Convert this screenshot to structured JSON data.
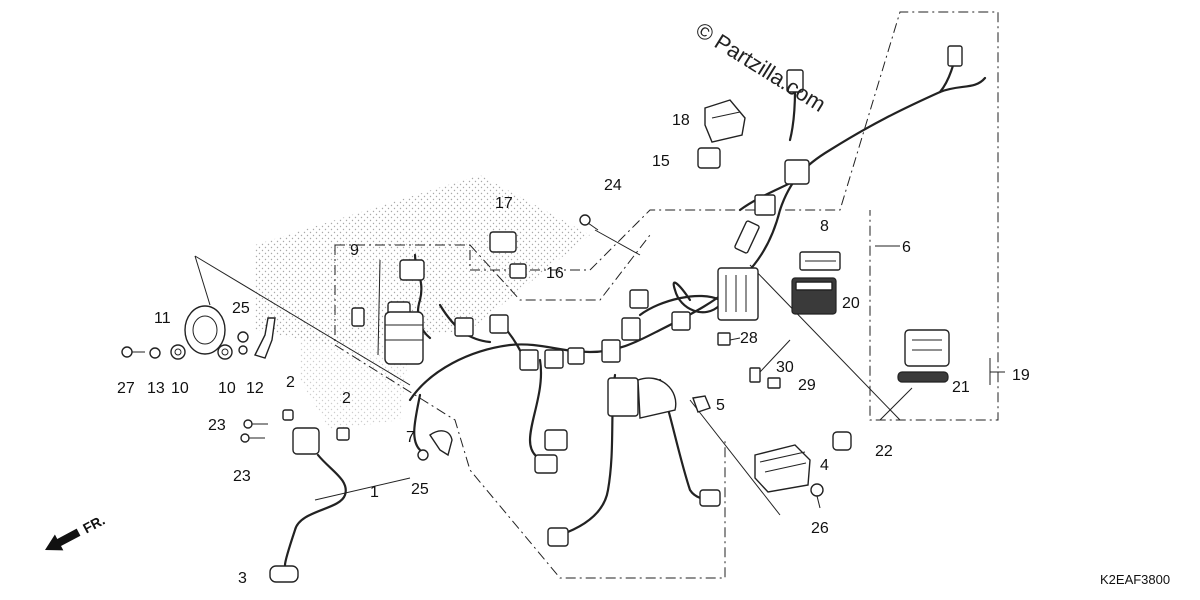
{
  "watermark": "© Partzilla.com",
  "diagram_code": "K2EAF3800",
  "direction_label": "FR.",
  "callouts": {
    "c1": "1",
    "c2a": "2",
    "c2b": "2",
    "c3": "3",
    "c4": "4",
    "c5": "5",
    "c6": "6",
    "c7": "7",
    "c8": "8",
    "c9": "9",
    "c10a": "10",
    "c10b": "10",
    "c11": "11",
    "c12": "12",
    "c13": "13",
    "c15": "15",
    "c16": "16",
    "c17": "17",
    "c18": "18",
    "c19": "19",
    "c20": "20",
    "c21": "21",
    "c22": "22",
    "c23a": "23",
    "c23b": "23",
    "c24": "24",
    "c25a": "25",
    "c25b": "25",
    "c26": "26",
    "c27": "27",
    "c28": "28",
    "c29": "29",
    "c30": "30"
  },
  "icons": {
    "direction_arrow": "arrow-fr-icon"
  }
}
